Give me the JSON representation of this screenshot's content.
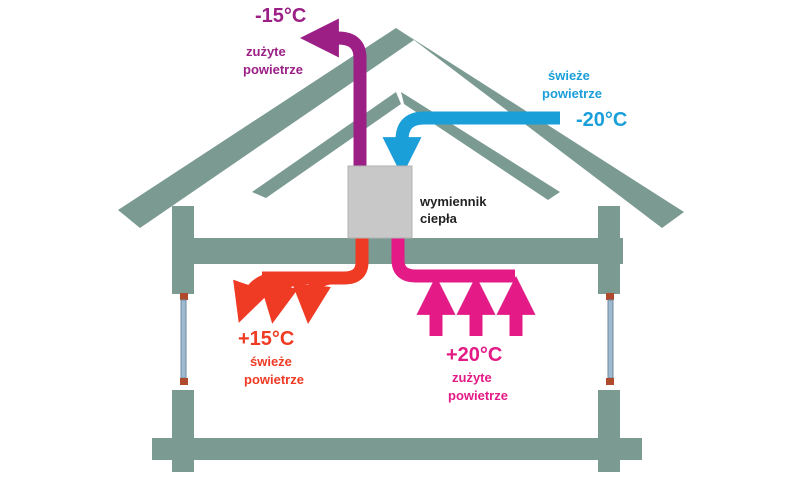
{
  "colors": {
    "house": "#7a9a92",
    "exchanger": "#c8c8c8",
    "exhaust_out": "#9c1f86",
    "fresh_in": "#1a9fd8",
    "fresh_supply": "#ef3a24",
    "extract": "#e41b86",
    "window": "#9fb9ce"
  },
  "exhaust_out": {
    "temp": "-15°C",
    "line1": "zużyte",
    "line2": "powietrze"
  },
  "fresh_in": {
    "temp": "-20°C",
    "line1": "świeże",
    "line2": "powietrze"
  },
  "exchanger": {
    "line1": "wymiennik",
    "line2": "ciepła"
  },
  "fresh_supply": {
    "temp": "+15°C",
    "line1": "świeże",
    "line2": "powietrze"
  },
  "extract": {
    "temp": "+20°C",
    "line1": "zużyte",
    "line2": "powietrze"
  }
}
